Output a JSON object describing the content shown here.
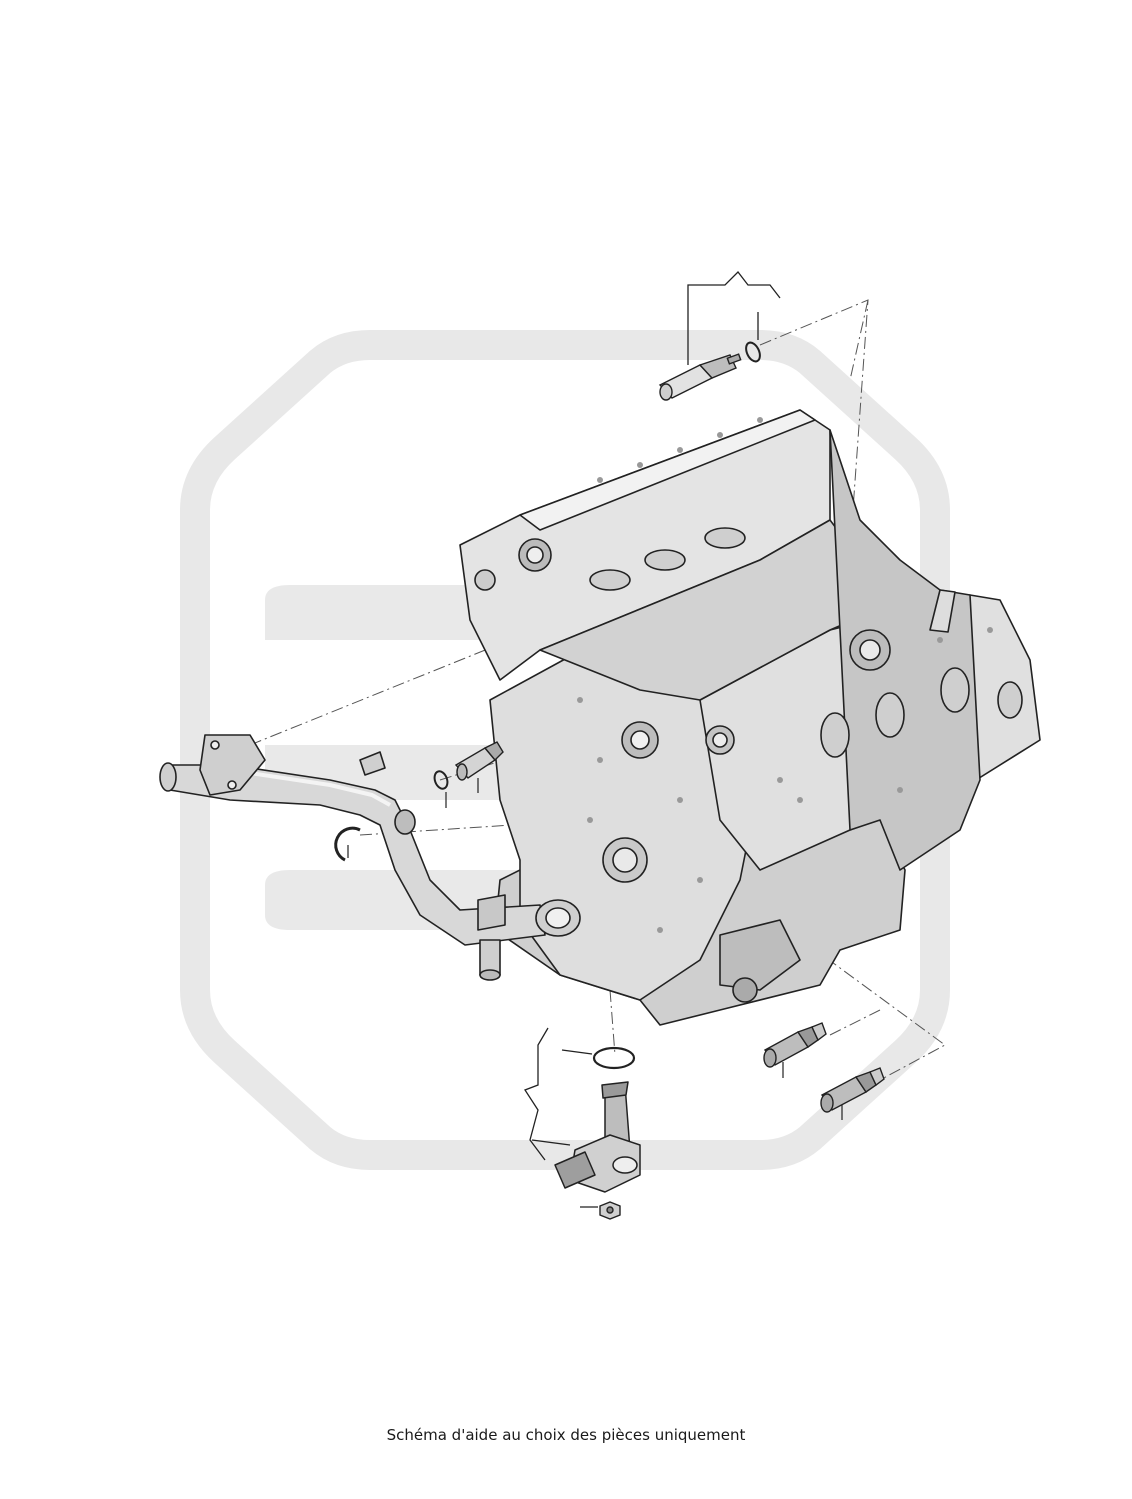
{
  "caption": "Schéma d'aide au choix des pièces uniquement",
  "colors": {
    "watermark": "#e6e6e6",
    "line": "#222222",
    "part_fill": "#d9d9d9",
    "part_dark": "#9a9a9a",
    "part_light": "#efefef"
  },
  "parts": [
    {
      "name": "engine-block",
      "icon": "engine-block-icon"
    },
    {
      "name": "top-sensor",
      "icon": "sensor-icon"
    },
    {
      "name": "top-o-ring",
      "icon": "o-ring-icon"
    },
    {
      "name": "coolant-pipe",
      "icon": "pipe-icon"
    },
    {
      "name": "circlip",
      "icon": "circlip-icon"
    },
    {
      "name": "pipe-o-ring",
      "icon": "o-ring-icon"
    },
    {
      "name": "temperature-sender",
      "icon": "sensor-icon"
    },
    {
      "name": "oil-level-sensor",
      "icon": "oil-level-sensor-icon"
    },
    {
      "name": "oil-sensor-o-ring",
      "icon": "o-ring-icon"
    },
    {
      "name": "oil-sensor-nut",
      "icon": "nut-icon"
    },
    {
      "name": "oil-pressure-switch-1",
      "icon": "pressure-switch-icon"
    },
    {
      "name": "oil-pressure-switch-2",
      "icon": "pressure-switch-icon"
    }
  ]
}
